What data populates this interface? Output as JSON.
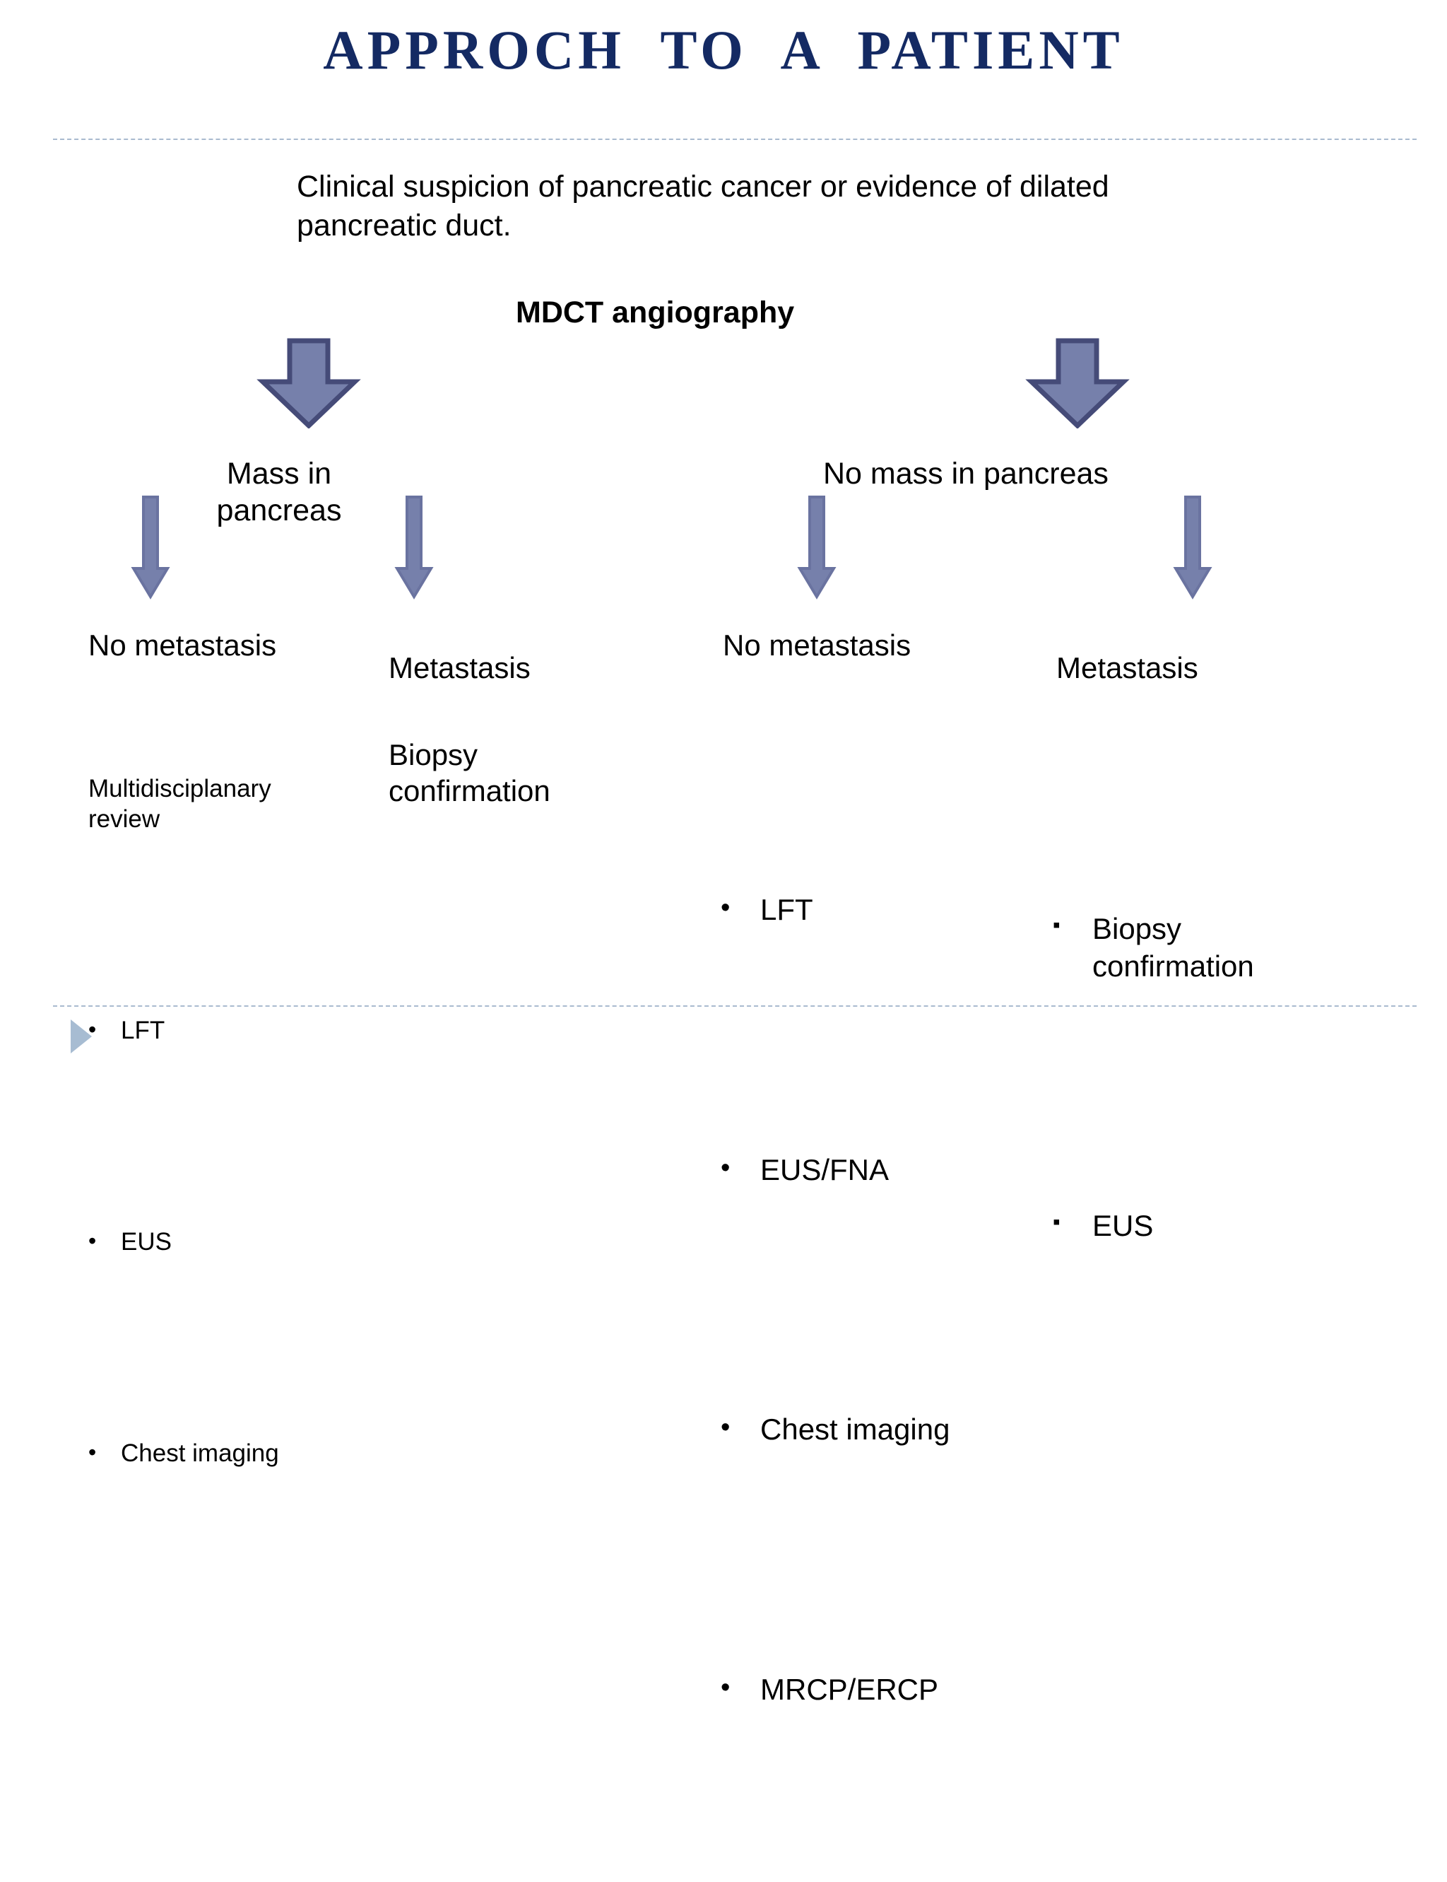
{
  "slide": {
    "title": "APPROCH  TO  A  PATIENT",
    "title_color": "#142A63",
    "background": "#ffffff",
    "rule_color": "#A9BACF",
    "marker_color": "#A7BCD2"
  },
  "intro": {
    "lead_text": "Clinical suspicion of pancreatic cancer or evidence of dilated pancreatic duct.",
    "modality": "MDCT angiography"
  },
  "arrows": {
    "fill": "#7680AB",
    "stroke": "#454B78",
    "big_left_name": "big-down-arrow-left",
    "big_right_name": "big-down-arrow-right"
  },
  "branches": [
    {
      "label": "Mass in\npancreas"
    },
    {
      "label": "No mass in pancreas"
    }
  ],
  "columns": [
    {
      "heading": "No metastasis",
      "subheading": "Multidisciplanary review",
      "bullet_style": "disc",
      "bullet_glyph": "•",
      "items": [
        "LFT",
        "EUS",
        "Chest imaging"
      ]
    },
    {
      "heading": "Metastasis",
      "body": "Biopsy confirmation",
      "bullet_style": "none",
      "bullet_glyph": "",
      "items": []
    },
    {
      "heading": "No metastasis",
      "subheading": "",
      "bullet_style": "disc",
      "bullet_glyph": "•",
      "items": [
        "LFT",
        "EUS/FNA",
        "Chest imaging",
        "MRCP/ERCP"
      ]
    },
    {
      "heading": "Metastasis",
      "subheading": "",
      "bullet_style": "square",
      "bullet_glyph": "▪",
      "items": [
        "Biopsy confirmation",
        "EUS"
      ]
    }
  ]
}
